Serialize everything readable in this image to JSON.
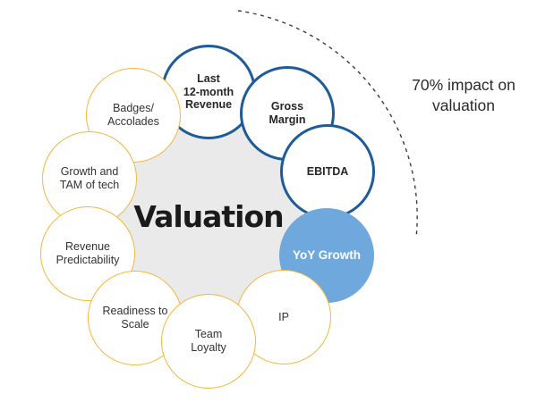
{
  "diagram": {
    "center_label": "Valuation",
    "annotation": "70% impact on\nvaluation",
    "nodes": [
      {
        "id": "last-12-month-revenue",
        "label": "Last\n12-month\nRevenue",
        "style": "blue-outline"
      },
      {
        "id": "gross-margin",
        "label": "Gross\nMargin",
        "style": "blue-outline"
      },
      {
        "id": "ebitda",
        "label": "EBITDA",
        "style": "blue-outline"
      },
      {
        "id": "yoy-growth",
        "label": "YoY Growth",
        "style": "blue-filled"
      },
      {
        "id": "ip",
        "label": "IP",
        "style": "yellow-outline"
      },
      {
        "id": "team-loyalty",
        "label": "Team\nLoyalty",
        "style": "yellow-outline"
      },
      {
        "id": "readiness-to-scale",
        "label": "Readiness to\nScale",
        "style": "yellow-outline"
      },
      {
        "id": "revenue-predictability",
        "label": "Revenue\nPredictability",
        "style": "yellow-outline"
      },
      {
        "id": "growth-and-tam",
        "label": "Growth and\nTAM of tech",
        "style": "yellow-outline"
      },
      {
        "id": "badges-accolades",
        "label": "Badges/\nAccolades",
        "style": "yellow-outline"
      }
    ]
  },
  "colors": {
    "blue_border": "#1e5b99",
    "blue_fill": "#6fa8dc",
    "yellow_border": "#f3b73b",
    "gray_fill": "#eaeaea",
    "arc_dash": "#3c3c3c"
  }
}
